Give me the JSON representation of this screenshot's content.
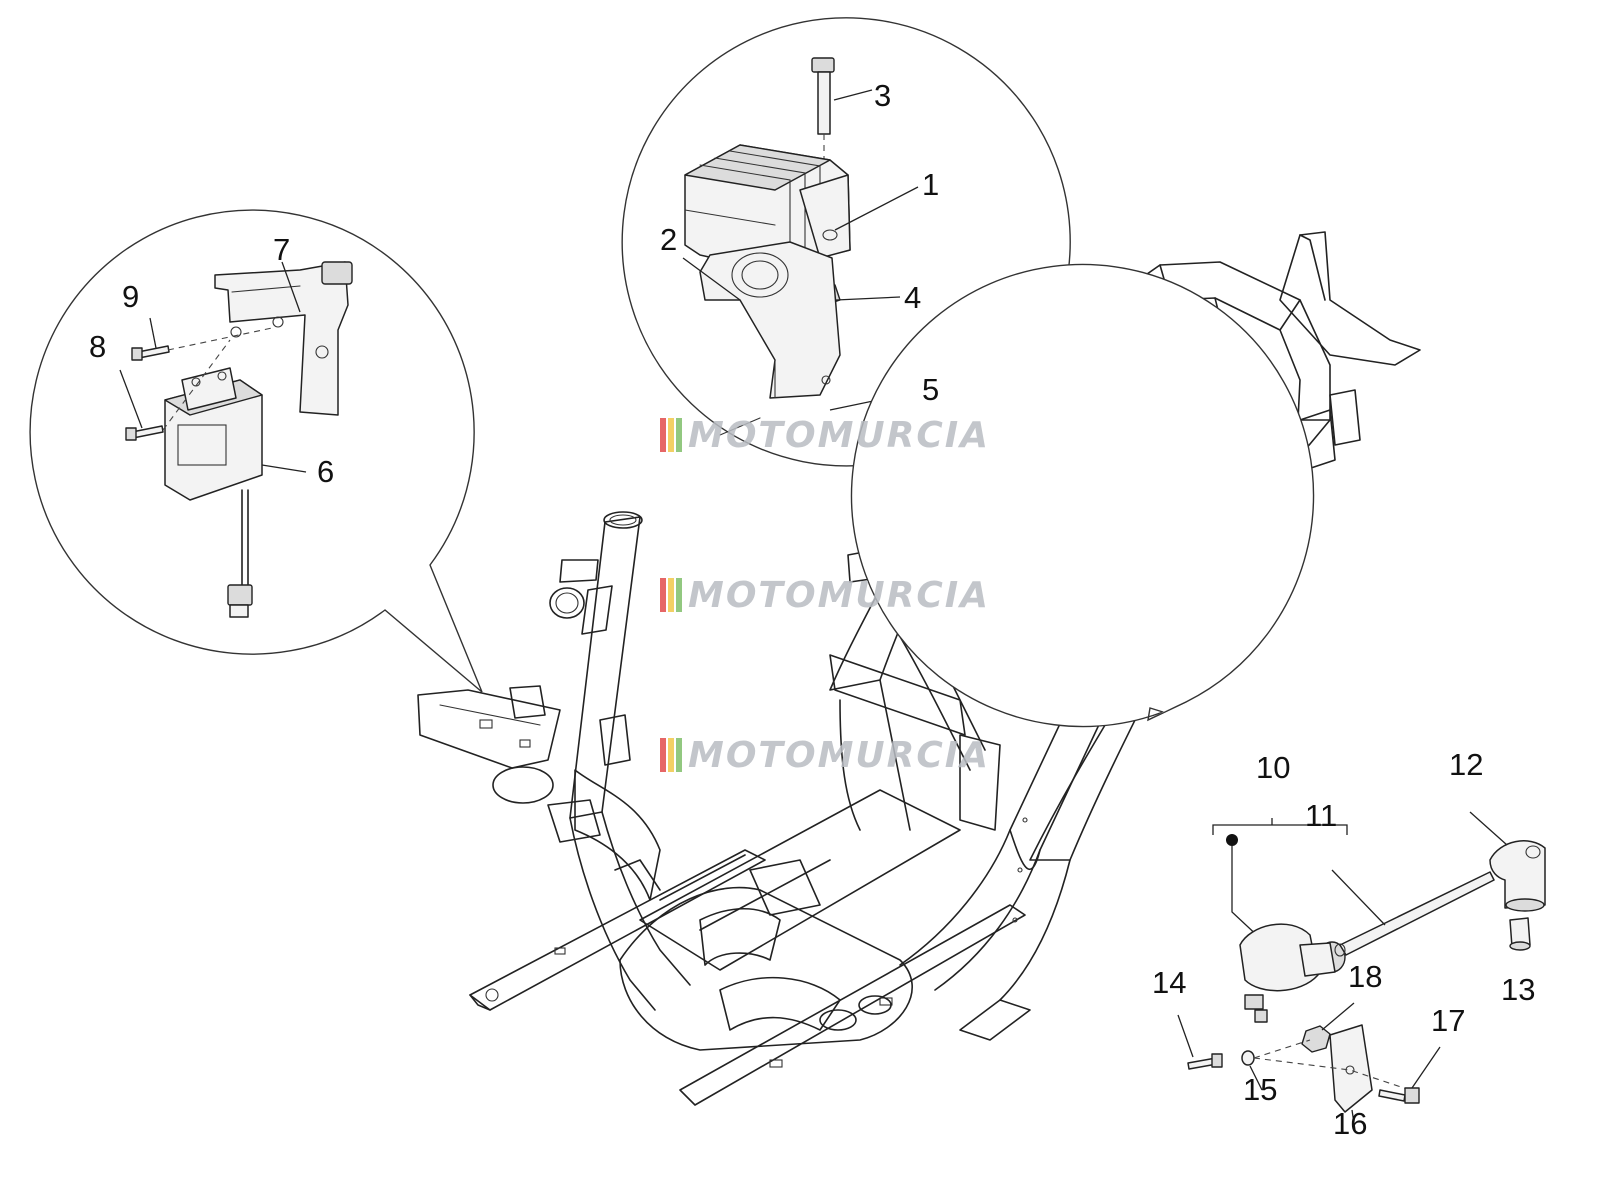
{
  "callouts": {
    "c1": "1",
    "c2": "2",
    "c3": "3",
    "c4": "4",
    "c5": "5",
    "c6": "6",
    "c7": "7",
    "c8": "8",
    "c9": "9",
    "c10": "10",
    "c11": "11",
    "c12": "12",
    "c13": "13",
    "c14": "14",
    "c15": "15",
    "c16": "16",
    "c17": "17",
    "c18": "18"
  },
  "watermark": {
    "text": "MOTOMURCIA",
    "stripe_colors": [
      "#e24c4c",
      "#f2c84b",
      "#7fbf6a"
    ]
  }
}
